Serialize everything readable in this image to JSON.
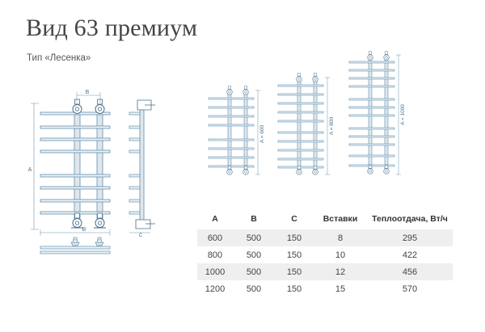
{
  "page": {
    "title": "Вид 63 премиум",
    "subtitle": "Тип «Лесенка»"
  },
  "drawing": {
    "label_a": "A",
    "label_b": "B",
    "label_c": "C"
  },
  "variants": [
    {
      "height_label": "A = 600"
    },
    {
      "height_label": "A = 800"
    },
    {
      "height_label": "A = 1000"
    }
  ],
  "spec_table": {
    "headers": [
      "A",
      "B",
      "C",
      "Вставки",
      "Теплоотдача, Вт/ч"
    ],
    "rows": [
      [
        "600",
        "500",
        "150",
        "8",
        "295"
      ],
      [
        "800",
        "500",
        "150",
        "10",
        "422"
      ],
      [
        "1000",
        "500",
        "150",
        "12",
        "456"
      ],
      [
        "1200",
        "500",
        "150",
        "15",
        "570"
      ]
    ]
  },
  "colors": {
    "line": "#5f8fae",
    "tube": "#c9d3db",
    "row_shade": "#efefef"
  }
}
